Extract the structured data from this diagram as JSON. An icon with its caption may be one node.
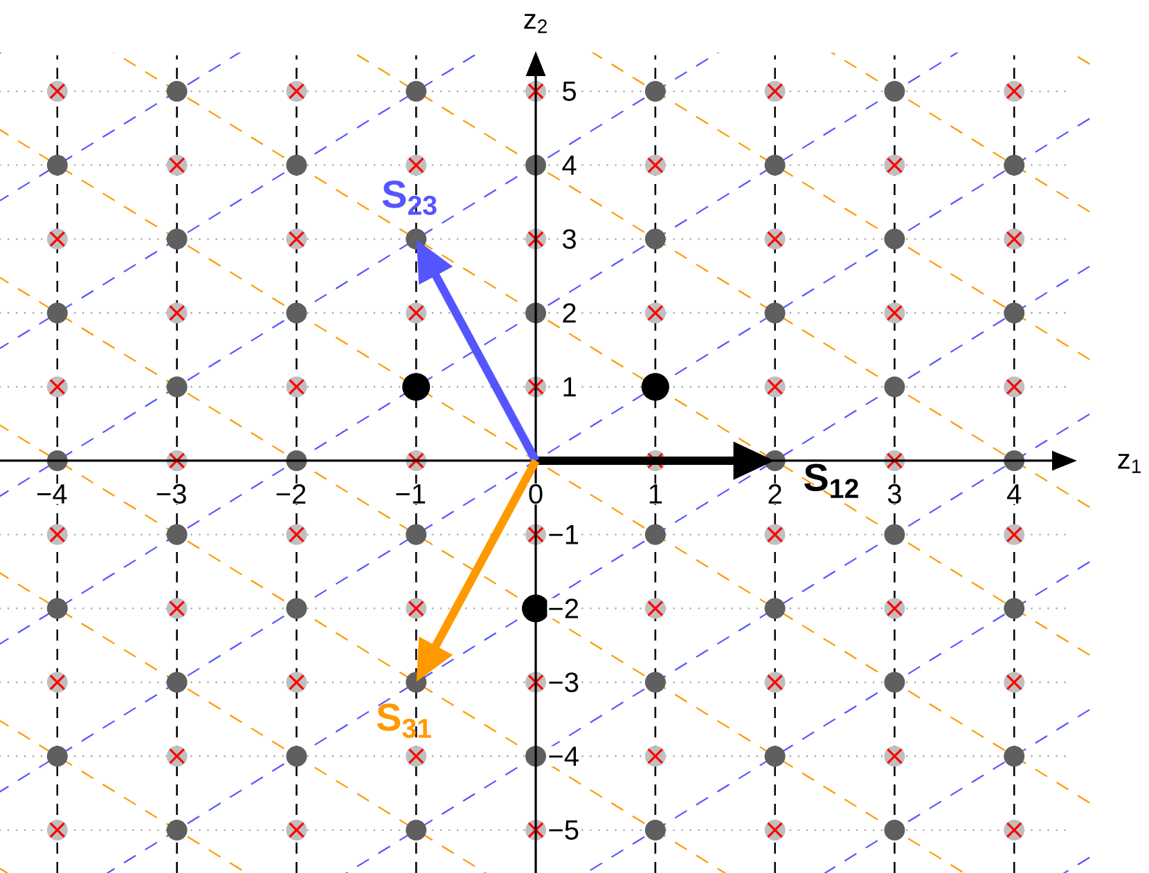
{
  "diagram": {
    "labels": [
      "z$_{2}$",
      "z$_{1}$",
      "−4",
      "−3",
      "−2",
      "−1",
      "0",
      "1",
      "2",
      "3",
      "4",
      "5",
      "4",
      "3",
      "2",
      "1",
      "−1",
      "−2",
      "−3",
      "−4",
      "−5",
      "S$_{12}$",
      "S$_{23}$",
      "S$_{31}$"
    ]
  }
}
